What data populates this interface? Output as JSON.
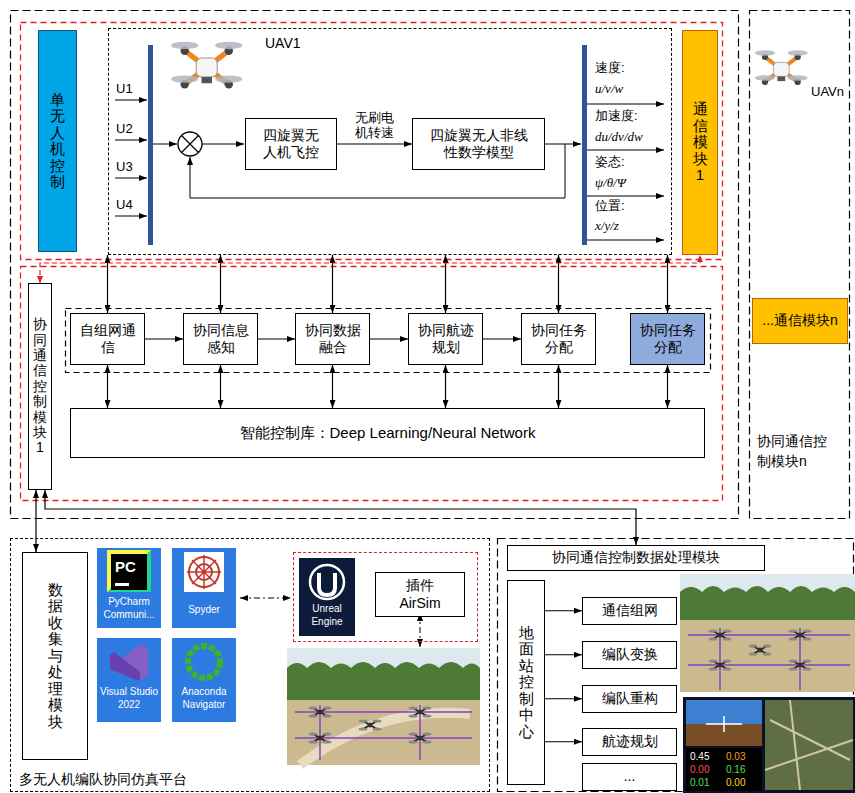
{
  "diagram": {
    "nodes": [
      {
        "text": [
          "单无人机控制"
        ]
      },
      {
        "text": [
          "UAV1"
        ]
      },
      {
        "text": [
          "四旋翼无人机飞控"
        ],
        "in": 1
      },
      {
        "text": [
          "四旋翼无人非线性数学模型"
        ],
        "in": 1
      },
      {
        "text": [
          "通信模块1"
        ]
      },
      {
        "text": [
          "协同通信控制模块1"
        ]
      },
      {
        "text": [
          "自组网通信"
        ]
      },
      {
        "text": [
          "协同信息感知"
        ]
      },
      {
        "text": [
          "协同数据融合"
        ]
      },
      {
        "text": [
          "协同航迹规划"
        ]
      },
      {
        "text": [
          "协同任务分配"
        ]
      },
      {
        "text": [
          "协同任务分配"
        ]
      },
      {
        "text": [
          "智能控制库：Deep Learning/Neural Network"
        ]
      },
      {
        "text": [
          "...通信模块n"
        ]
      },
      {
        "text": [
          "多无人机编队协同仿真平台"
        ]
      },
      {
        "text": [
          "数据收集与处理模块"
        ],
        "in": 14
      },
      {
        "text": [
          "Unreal Engine"
        ],
        "in": 14
      },
      {
        "text": [
          "插件 AirSim"
        ],
        "in": 16
      },
      {
        "text": [
          "协同通信控制数据处理模块"
        ]
      },
      {
        "text": [
          "地面站控制中心"
        ]
      },
      {
        "text": [
          "通信组网"
        ]
      },
      {
        "text": [
          "编队变换"
        ]
      },
      {
        "text": [
          "编队重构"
        ]
      },
      {
        "text": [
          "航迹规划"
        ]
      },
      {
        "text": [
          "..."
        ]
      }
    ],
    "edges": [
      {
        "from": 2,
        "to": 3,
        "arrow": "to",
        "label": "无刷电机转速"
      },
      {
        "from": 6,
        "to": 7,
        "arrow": "to"
      },
      {
        "from": 7,
        "to": 8,
        "arrow": "to"
      },
      {
        "from": 8,
        "to": 9,
        "arrow": "to"
      },
      {
        "from": 9,
        "to": 10,
        "arrow": "to"
      },
      {
        "from": 1,
        "to": 6,
        "arrow": "both"
      },
      {
        "from": 1,
        "to": 7,
        "arrow": "both"
      },
      {
        "from": 1,
        "to": 8,
        "arrow": "both"
      },
      {
        "from": 1,
        "to": 9,
        "arrow": "both"
      },
      {
        "from": 1,
        "to": 10,
        "arrow": "both"
      },
      {
        "from": 1,
        "to": 11,
        "arrow": "both"
      },
      {
        "from": 6,
        "to": 12,
        "arrow": "both"
      },
      {
        "from": 7,
        "to": 12,
        "arrow": "both"
      },
      {
        "from": 8,
        "to": 12,
        "arrow": "both"
      },
      {
        "from": 9,
        "to": 12,
        "arrow": "both"
      },
      {
        "from": 10,
        "to": 12,
        "arrow": "both"
      },
      {
        "from": 11,
        "to": 12,
        "arrow": "both"
      },
      {
        "from": 5,
        "to": 4,
        "arrow": "both"
      },
      {
        "from": 5,
        "to": 15,
        "arrow": "both"
      },
      {
        "from": 5,
        "to": 18,
        "arrow": "both"
      },
      {
        "from": 19,
        "to": 20,
        "arrow": "to"
      },
      {
        "from": 19,
        "to": 21,
        "arrow": "to"
      },
      {
        "from": 19,
        "to": 22,
        "arrow": "to"
      },
      {
        "from": 19,
        "to": 23,
        "arrow": "to"
      }
    ],
    "labels": [
      "U1",
      "U2",
      "U3",
      "U4",
      "速度:",
      "u/v/w",
      "加速度:",
      "du/dv/dw",
      "姿态:",
      "ψ/θ/Ψ",
      "位置:",
      "x/y/z",
      "UAVn",
      "协同通信控制模块n",
      "PC",
      "PyCharm Communi...",
      "Spyder",
      "Visual Studio 2022",
      "Anaconda Navigator",
      "0.45",
      "0.03",
      "0.00",
      "0.16",
      "0.01",
      "0.00"
    ]
  }
}
